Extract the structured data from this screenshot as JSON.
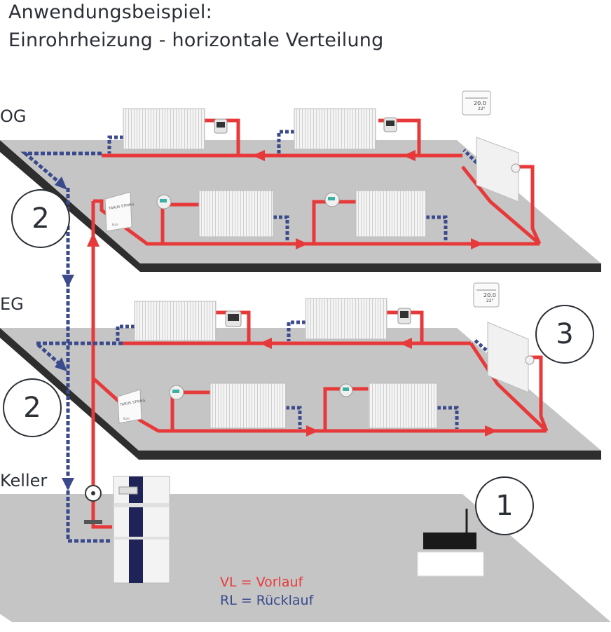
{
  "title": {
    "line1": "Anwendungsbeispiel:",
    "line2": "Einrohrheizung - horizontale Verteilung"
  },
  "floors": {
    "og": "OG",
    "eg": "EG",
    "keller": "Keller"
  },
  "badges": [
    "2",
    "2",
    "3",
    "1"
  ],
  "legend": {
    "vorlauf": "VL = Vorlauf",
    "ruecklauf": "RL = Rücklauf"
  },
  "device_text": {
    "controller_brand": "TARUS STRING",
    "controller_sub": "Kuhl",
    "thermostat_display": "20.0",
    "thermostat_sub": "22°"
  },
  "colors": {
    "vorlauf": "#e8393a",
    "ruecklauf": "#3a4a8c",
    "floor": "#c5c5c5",
    "floor_edge": "#2e2e2e",
    "text": "#2b2f36"
  }
}
